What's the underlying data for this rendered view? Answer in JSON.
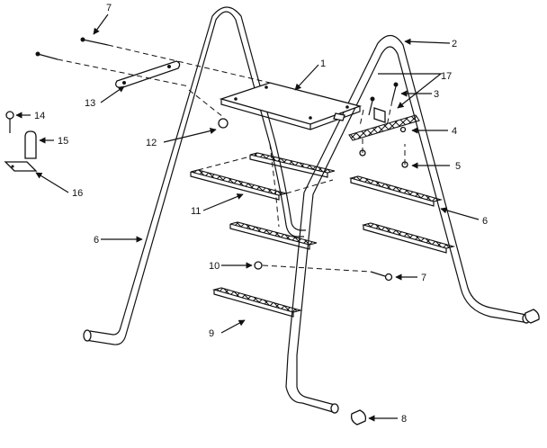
{
  "labels": {
    "l1": "1",
    "l2": "2",
    "l3": "3",
    "l4": "4",
    "l5": "5",
    "l6a": "6",
    "l6b": "6",
    "l7a": "7",
    "l7b": "7",
    "l8": "8",
    "l9": "9",
    "l10": "10",
    "l11": "11",
    "l12": "12",
    "l13": "13",
    "l14": "14",
    "l15": "15",
    "l16": "16",
    "l17": "17"
  }
}
